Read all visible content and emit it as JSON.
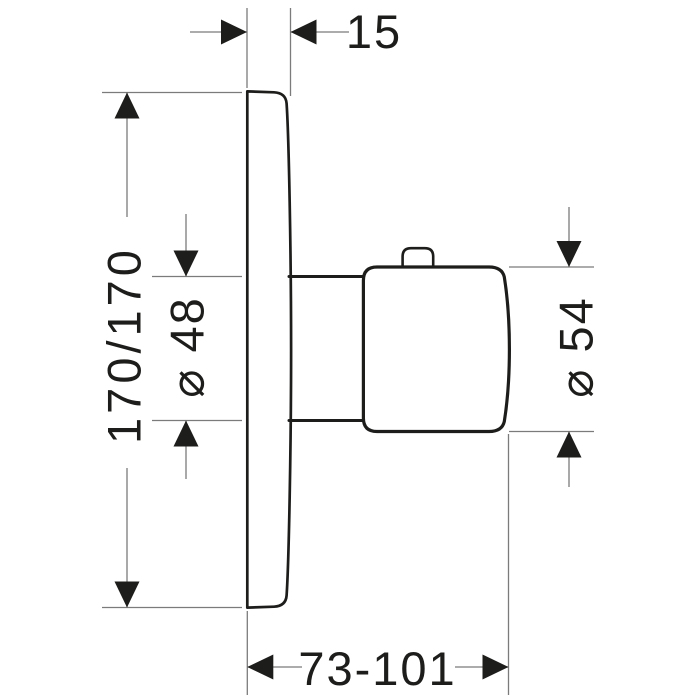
{
  "drawing": {
    "type": "technical-dimension-drawing",
    "subject": "concealed thermostat trim with handle, side elevation",
    "colors": {
      "background": "#ffffff",
      "object_outline": "#1d1d1b",
      "dimension_lines": "#7b7b7b",
      "text": "#1d1d1b"
    },
    "dimensions": {
      "plate_thickness": {
        "label": "15",
        "orientation": "horizontal"
      },
      "plate_size": {
        "label": "170/170",
        "orientation": "vertical-rotated"
      },
      "sleeve_diameter": {
        "label": "⌀ 48",
        "orientation": "vertical-rotated"
      },
      "handle_diameter": {
        "label": "⌀ 54",
        "orientation": "vertical-rotated"
      },
      "installation_depth_range": {
        "label": "73-101",
        "orientation": "horizontal"
      }
    }
  }
}
